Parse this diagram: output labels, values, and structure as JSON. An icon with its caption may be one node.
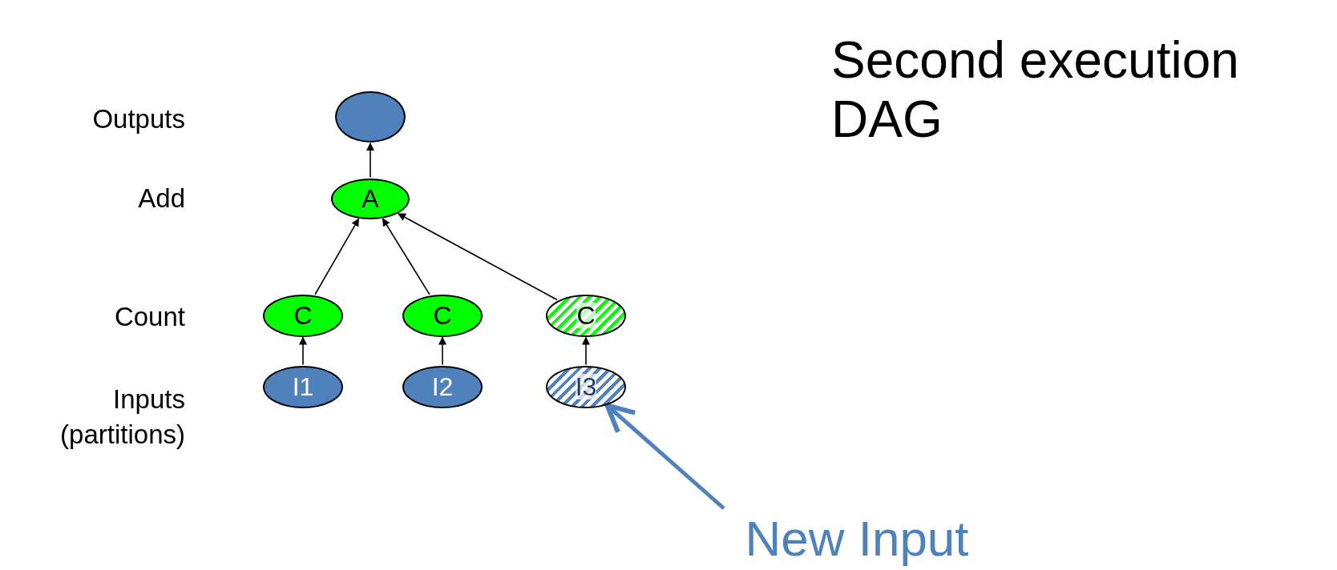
{
  "diagram": {
    "title": "Second execution DAG",
    "nodes": [
      {
        "text": [],
        "shape": "circle"
      },
      {
        "text": [
          "A"
        ]
      },
      {
        "text": [
          "C"
        ]
      },
      {
        "text": [
          "C"
        ]
      },
      {
        "text": [
          "C"
        ]
      },
      {
        "text": [
          "I1"
        ]
      },
      {
        "text": [
          "I2"
        ]
      },
      {
        "text": [
          "I3"
        ]
      },
      {
        "text": [
          "New Input"
        ]
      }
    ],
    "edges": [
      {
        "from": 5,
        "to": 2,
        "arrow": "to"
      },
      {
        "from": 6,
        "to": 3,
        "arrow": "to"
      },
      {
        "from": 7,
        "to": 4,
        "arrow": "to"
      },
      {
        "from": 2,
        "to": 1,
        "arrow": "to"
      },
      {
        "from": 3,
        "to": 1,
        "arrow": "to"
      },
      {
        "from": 4,
        "to": 1,
        "arrow": "to"
      },
      {
        "from": 1,
        "to": 0,
        "arrow": "to"
      },
      {
        "from": 8,
        "to": 7,
        "arrow": "to",
        "style": "thick",
        "color": "#4f81bd"
      }
    ],
    "labels": [
      "Outputs",
      "Add",
      "Count",
      "Inputs (partitions)"
    ]
  }
}
